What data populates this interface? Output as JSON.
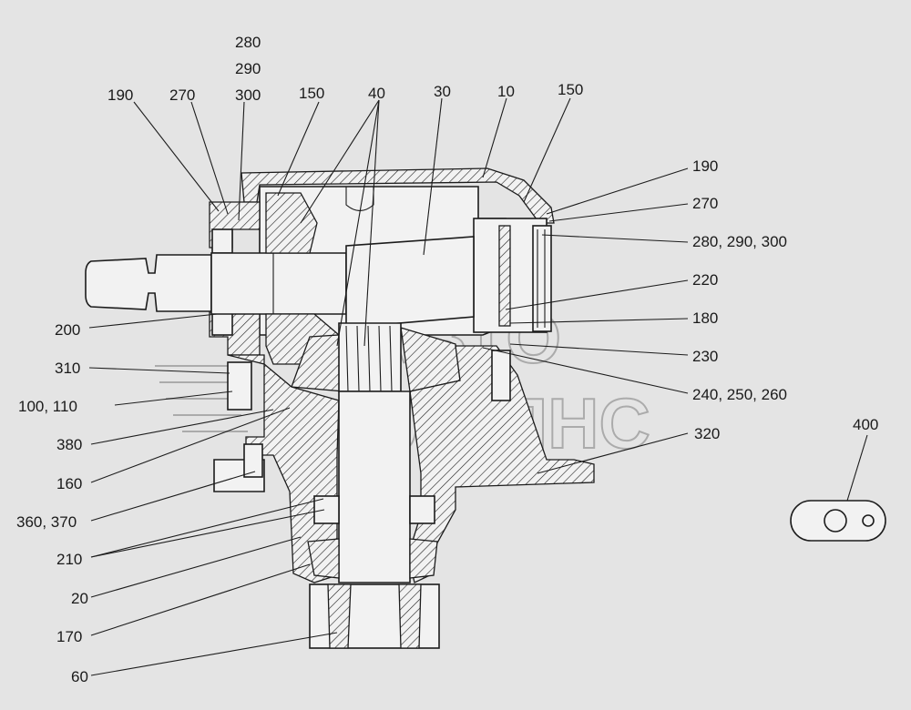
{
  "watermark": {
    "line1": "АВТО",
    "line2": "АЛЬЯНС"
  },
  "labels": {
    "l280_top": "280",
    "l290_top": "290",
    "l300_top": "300",
    "l190_top": "190",
    "l270_top": "270",
    "l150_left": "150",
    "l40": "40",
    "l30": "30",
    "l10": "10",
    "l150_right": "150",
    "l190_right": "190",
    "l270_right": "270",
    "l280_290_300": "280, 290, 300",
    "l220": "220",
    "l180": "180",
    "l230": "230",
    "l240_250_260": "240, 250, 260",
    "l320": "320",
    "l400": "400",
    "l200": "200",
    "l310": "310",
    "l100_110": "100, 110",
    "l380": "380",
    "l160": "160",
    "l360_370": "360, 370",
    "l210": "210",
    "l20": "20",
    "l170": "170",
    "l60": "60"
  }
}
